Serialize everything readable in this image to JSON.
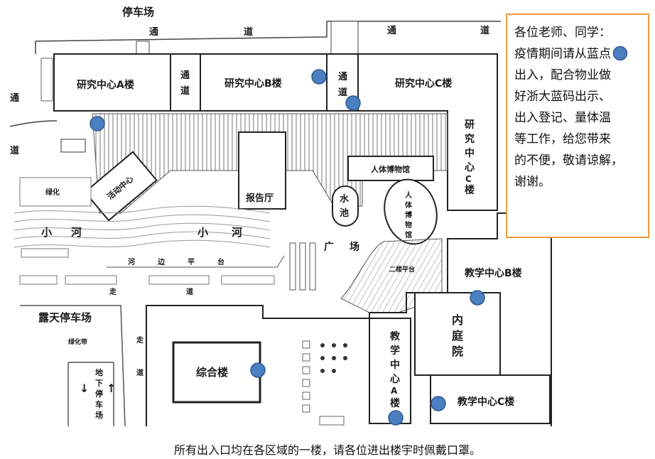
{
  "labels": {
    "parking": "停车场",
    "road": "通",
    "road2": "道",
    "research_a": "研究中心A楼",
    "research_b": "研究中心B楼",
    "research_c": "研究中心C楼",
    "research_c_vert": [
      "研",
      "究",
      "中",
      "心",
      "C",
      "楼"
    ],
    "passage": [
      "通",
      "道"
    ],
    "activity_center": "活动中心",
    "lecture_hall": "报告厅",
    "museum_h": "人体博物馆",
    "museum_v": [
      "人",
      "体",
      "博",
      "物",
      "馆"
    ],
    "water_pool": [
      "水",
      "池"
    ],
    "plaza": [
      "广",
      "场"
    ],
    "greening": "绿化",
    "river_small": [
      "小",
      "河"
    ],
    "riverside_platform": [
      "河",
      "边",
      "平",
      "台"
    ],
    "walkway": [
      "走",
      "道"
    ],
    "open_parking": "露天停车场",
    "greenbelt": "绿化带",
    "underground_parking": [
      "地",
      "下",
      "停",
      "车",
      "场"
    ],
    "complex_building": "综合楼",
    "teaching_a": [
      "教",
      "学",
      "中",
      "心",
      "A",
      "楼"
    ],
    "teaching_b": "教学中心B楼",
    "teaching_c": "教学中心C楼",
    "inner_courtyard": [
      "内",
      "庭",
      "院"
    ],
    "second_floor_platform": "二楼平台",
    "walkway2": "走道"
  },
  "notice": {
    "lines": [
      "各位老师、同学：",
      "疫情期间请从蓝点",
      "出入，配合物业做",
      "好浙大蓝码出示、",
      "出入登记、量体温",
      "等工作，给您带来",
      "的不便，敬请谅解，",
      "谢谢。"
    ]
  },
  "caption": "所有出入口均在各区域的一楼，请各位进出楼宇时佩戴口罩。",
  "colors": {
    "entrance_dot": "#4a7fc1",
    "entrance_dot_stroke": "#2e5a94",
    "notice_border": "#f09a3e",
    "line": "#333333"
  }
}
